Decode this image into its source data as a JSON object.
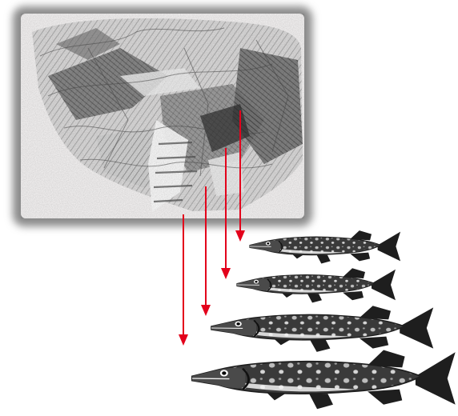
{
  "figure": {
    "sketch": {
      "icon": "pencil-sketch-hatching",
      "frame_color": "#8a8a8a",
      "paper_color": "#f4f2f2"
    },
    "arrows": {
      "color": "#e3001b",
      "count": 4
    },
    "fish": {
      "icon": "pike-fish-engraving",
      "count": 4,
      "ink_color": "#1e1e1e",
      "belly_color": "#f3f3f3"
    }
  }
}
